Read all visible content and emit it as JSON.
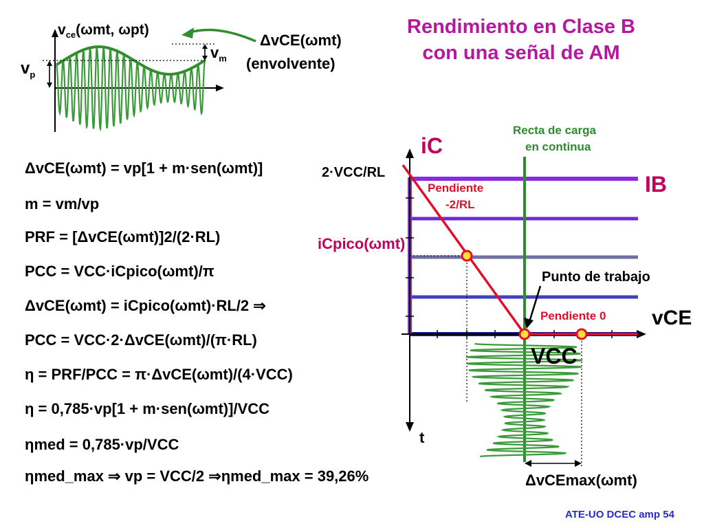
{
  "title": {
    "line1": "Rendimiento en Clase B",
    "line2": "con una señal de AM"
  },
  "top_plot": {
    "vce_label": "v",
    "vce_sub": "ce",
    "vce_args": "(ωmt, ωpt)",
    "vm_label": "v",
    "vm_sub": "m",
    "vp_label": "v",
    "vp_sub": "p",
    "envelope_label": "ΔvCE(ωmt)",
    "envelope_note": "(envolvente)"
  },
  "equations": [
    "ΔvCE(ωmt) = vp[1 + m·sen(ωmt)]",
    "m = vm/vp",
    "PRF = [ΔvCE(ωmt)]2/(2·RL)",
    "PCC = VCC·iCpico(ωmt)/π",
    "ΔvCE(ωmt) = iCpico(ωmt)·RL/2 ⇒",
    "PCC = VCC·2·ΔvCE(ωmt)/(π·RL)",
    "η = PRF/PCC = π·ΔvCE(ωmt)/(4·VCC)",
    "η = 0,785·vp[1 + m·sen(ωmt)]/VCC",
    "ηmed = 0,785·vp/VCC",
    "ηmed_max ⇒ vp = VCC/2 ⇒ηmed_max = 39,26%"
  ],
  "graph": {
    "ic_axis": "iC",
    "ib_label": "IB",
    "vce_axis": "vCE",
    "vcc_label": "VCC",
    "t_axis": "t",
    "ic_max_label": "2·VCC/RL",
    "icpico_label": "iCpico(ωmt)",
    "load_line_dc_1": "Recta de carga",
    "load_line_dc_2": "en continua",
    "slope_ac_1": "Pendiente",
    "slope_ac_2": "-2/RL",
    "slope_zero": "Pendiente 0",
    "operating_point": "Punto de trabajo",
    "dvcemax_label": "ΔvCEmax(ωmt)"
  },
  "footer": "ATE-UO DCEC amp 54",
  "colors": {
    "title": "#b5179e",
    "am_wave": "#3a9a3a",
    "envelope": "#2f8f2f",
    "ib_curves": "#8a2be2",
    "ib_mid": "#4040c0",
    "load_line": "#e0102a",
    "dc_line": "#2e8b2e",
    "point": "#ffe135"
  }
}
